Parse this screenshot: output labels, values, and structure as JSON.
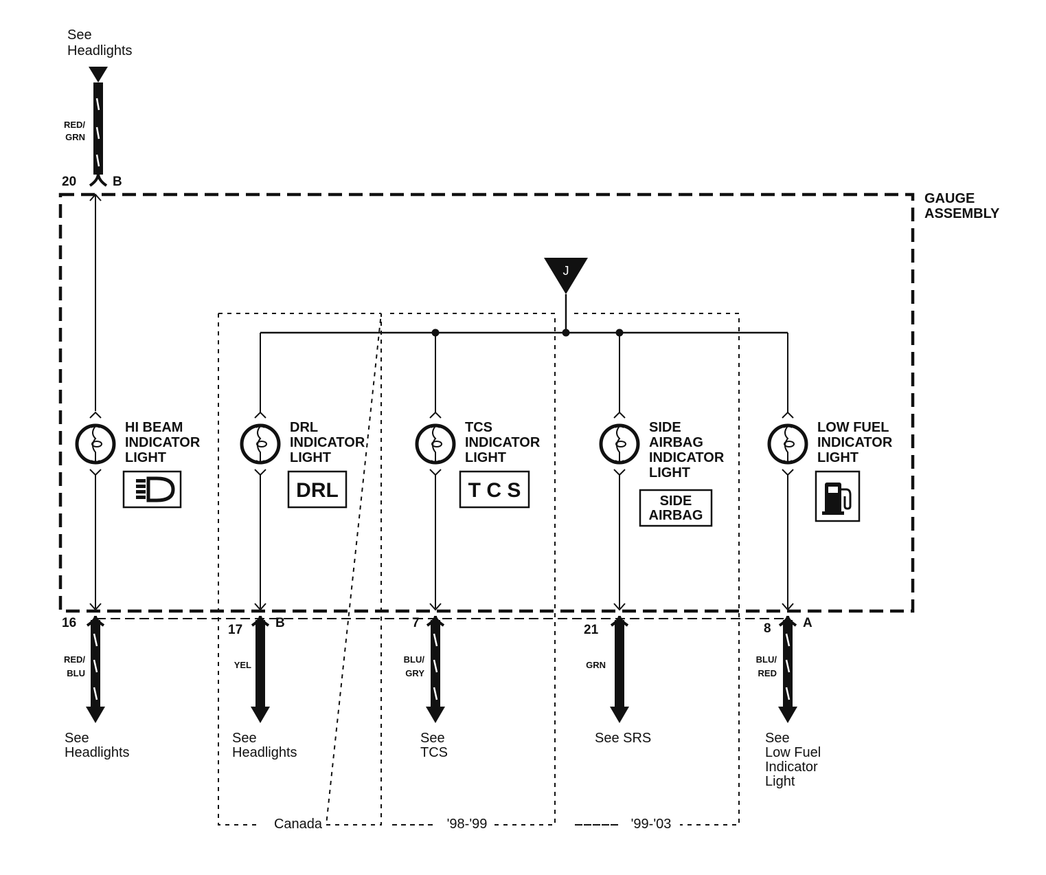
{
  "assembly": {
    "line1": "GAUGE",
    "line2": "ASSEMBLY"
  },
  "ground": {
    "label": "J"
  },
  "top_connector": {
    "ref": [
      "See",
      "Headlights"
    ],
    "wire_color": [
      "RED/",
      "GRN"
    ],
    "pin": "20",
    "connector": "B",
    "striped": true
  },
  "lights": [
    {
      "id": "hi-beam",
      "title": [
        "HI BEAM",
        "INDICATOR",
        "LIGHT"
      ],
      "symbol": "headlight",
      "symbol_text": [],
      "pin": "16",
      "connector": "",
      "wire_color": [
        "RED/",
        "BLU"
      ],
      "striped": true,
      "ref": [
        "See",
        "Headlights"
      ]
    },
    {
      "id": "drl",
      "title": [
        "DRL",
        "INDICATOR",
        "LIGHT"
      ],
      "symbol": "text",
      "symbol_text": [
        "DRL"
      ],
      "pin": "17",
      "connector": "B",
      "wire_color": [
        "YEL"
      ],
      "striped": false,
      "ref": [
        "See",
        "Headlights"
      ]
    },
    {
      "id": "tcs",
      "title": [
        "TCS",
        "INDICATOR",
        "LIGHT"
      ],
      "symbol": "text",
      "symbol_text": [
        "T C S"
      ],
      "pin": "7",
      "connector": "",
      "wire_color": [
        "BLU/",
        "GRY"
      ],
      "striped": true,
      "ref": [
        "See",
        "TCS"
      ]
    },
    {
      "id": "side-airbag",
      "title": [
        "SIDE",
        "AIRBAG",
        "INDICATOR",
        "LIGHT"
      ],
      "symbol": "text",
      "symbol_text": [
        "SIDE",
        "AIRBAG"
      ],
      "pin": "21",
      "connector": "",
      "wire_color": [
        "GRN"
      ],
      "striped": false,
      "ref": [
        "See SRS"
      ]
    },
    {
      "id": "low-fuel",
      "title": [
        "LOW FUEL",
        "INDICATOR",
        "LIGHT"
      ],
      "symbol": "fuel",
      "symbol_text": [],
      "pin": "8",
      "connector": "A",
      "wire_color": [
        "BLU/",
        "RED"
      ],
      "striped": true,
      "ref": [
        "See",
        "Low Fuel",
        "Indicator",
        "Light"
      ]
    }
  ],
  "option_groups": [
    {
      "label": "Canada"
    },
    {
      "label": "'98-'99"
    },
    {
      "label": "'99-'03"
    }
  ]
}
